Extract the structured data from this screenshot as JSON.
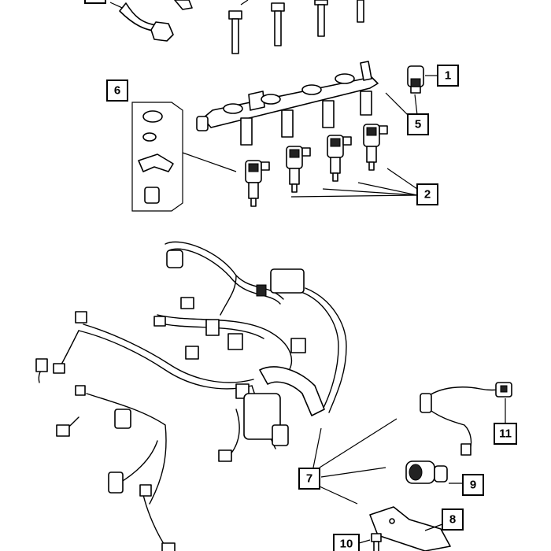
{
  "callouts": {
    "c1": "1",
    "c2": "2",
    "c5": "5",
    "c6": "6",
    "c7": "7",
    "c8": "8",
    "c9": "9",
    "c10": "10",
    "c11": "11",
    "c_top": ""
  }
}
